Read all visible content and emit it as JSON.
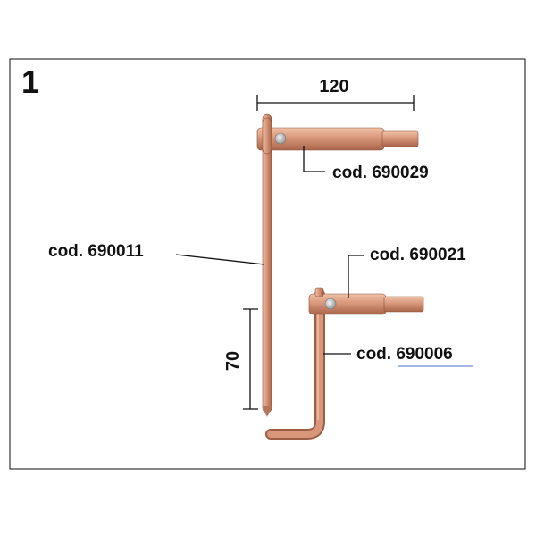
{
  "figure": {
    "panel_number": "1",
    "dimensions": {
      "top_length": "120",
      "bottom_length": "70"
    },
    "codes": {
      "upper_holder": "cod. 690029",
      "long_rod": "cod. 690011",
      "lower_holder": "cod. 690021",
      "bent_rod": "cod. 690006"
    },
    "colors": {
      "copper_light": "#e3a588",
      "copper_mid": "#c98a6c",
      "copper_dark": "#9c5e45",
      "frame": "#333333",
      "line": "#111111",
      "underline": "#4a6fc4"
    }
  }
}
